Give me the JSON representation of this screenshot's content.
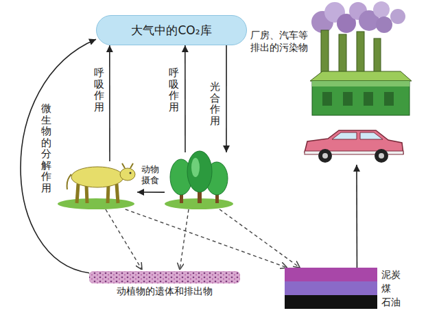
{
  "diagram": {
    "nodes": [
      {
        "text": [
          "大气中的CO₂库"
        ]
      },
      {
        "text": [
          "厂房、汽车等排出的污染物"
        ]
      },
      {
        "text": []
      },
      {
        "text": []
      },
      {
        "text": []
      },
      {
        "text": [
          "动植物的遗体和排出物"
        ]
      },
      {
        "text": [
          "泥炭",
          "煤",
          "石油"
        ]
      }
    ],
    "edges": [
      {
        "from": 2,
        "to": 0,
        "label": "呼吸作用",
        "arrow": "to"
      },
      {
        "from": 3,
        "to": 0,
        "label": "呼吸作用",
        "arrow": "to"
      },
      {
        "from": 0,
        "to": 3,
        "label": "光合作用",
        "arrow": "to"
      },
      {
        "from": 3,
        "to": 2,
        "label": "动物摄食",
        "arrow": "to"
      },
      {
        "from": 5,
        "to": 0,
        "label": "微生物的分解作用",
        "arrow": "to"
      },
      {
        "from": 2,
        "to": 5,
        "arrow": "to"
      },
      {
        "from": 3,
        "to": 5,
        "arrow": "to"
      },
      {
        "from": 2,
        "to": 6,
        "arrow": "to"
      },
      {
        "from": 3,
        "to": 6,
        "arrow": "to"
      },
      {
        "from": 6,
        "to": 4,
        "arrow": "to"
      }
    ]
  }
}
